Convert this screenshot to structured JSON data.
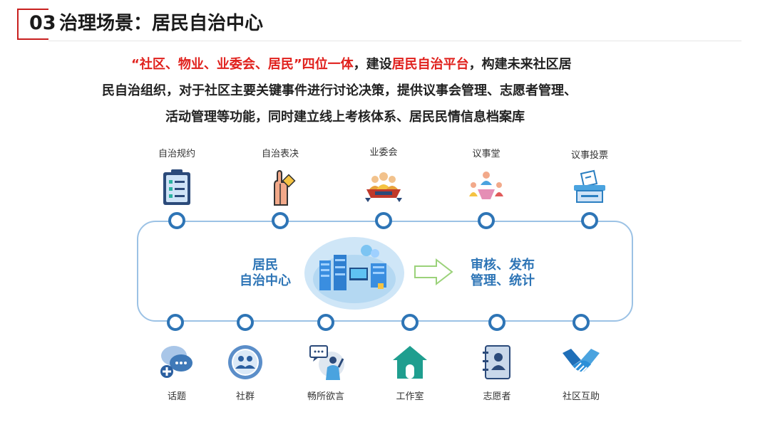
{
  "header": {
    "number": "03",
    "title": "治理场景：居民自治中心"
  },
  "intro": {
    "line1": [
      {
        "text": "“社区、物业、业委会、居民”四位一体",
        "red": true
      },
      {
        "text": "，建设",
        "red": false
      },
      {
        "text": "居民自治平台",
        "red": true
      },
      {
        "text": "，构建未来社区居",
        "red": false
      }
    ],
    "line2": "民自治组织，对于社区主要关键事件进行讨论决策，提供议事会管理、志愿者管理、",
    "line3": "活动管理等功能，同时建立线上考核体系、居民民情信息档案库"
  },
  "top_items": [
    {
      "label": "自治规约",
      "icon": "clipboard-checklist-icon"
    },
    {
      "label": "自治表决",
      "icon": "raised-hand-vote-icon"
    },
    {
      "label": "业委会",
      "icon": "committee-group-icon"
    },
    {
      "label": "议事堂",
      "icon": "meeting-table-icon"
    },
    {
      "label": "议事投票",
      "icon": "ballot-box-icon"
    }
  ],
  "bottom_items": [
    {
      "label": "话题",
      "icon": "chat-bubbles-add-icon"
    },
    {
      "label": "社群",
      "icon": "community-group-icon"
    },
    {
      "label": "畅所欲言",
      "icon": "speech-person-icon"
    },
    {
      "label": "工作室",
      "icon": "house-studio-icon"
    },
    {
      "label": "志愿者",
      "icon": "contact-book-icon"
    },
    {
      "label": "社区互助",
      "icon": "handshake-icon"
    }
  ],
  "center": {
    "left_line1": "居民",
    "left_line2": "自治中心",
    "right_line1": "审核、发布",
    "right_line2": "管理、统计"
  },
  "colors": {
    "accent_blue": "#2e75b6",
    "highlight_red": "#e0201c",
    "track": "#9cc2e5"
  }
}
